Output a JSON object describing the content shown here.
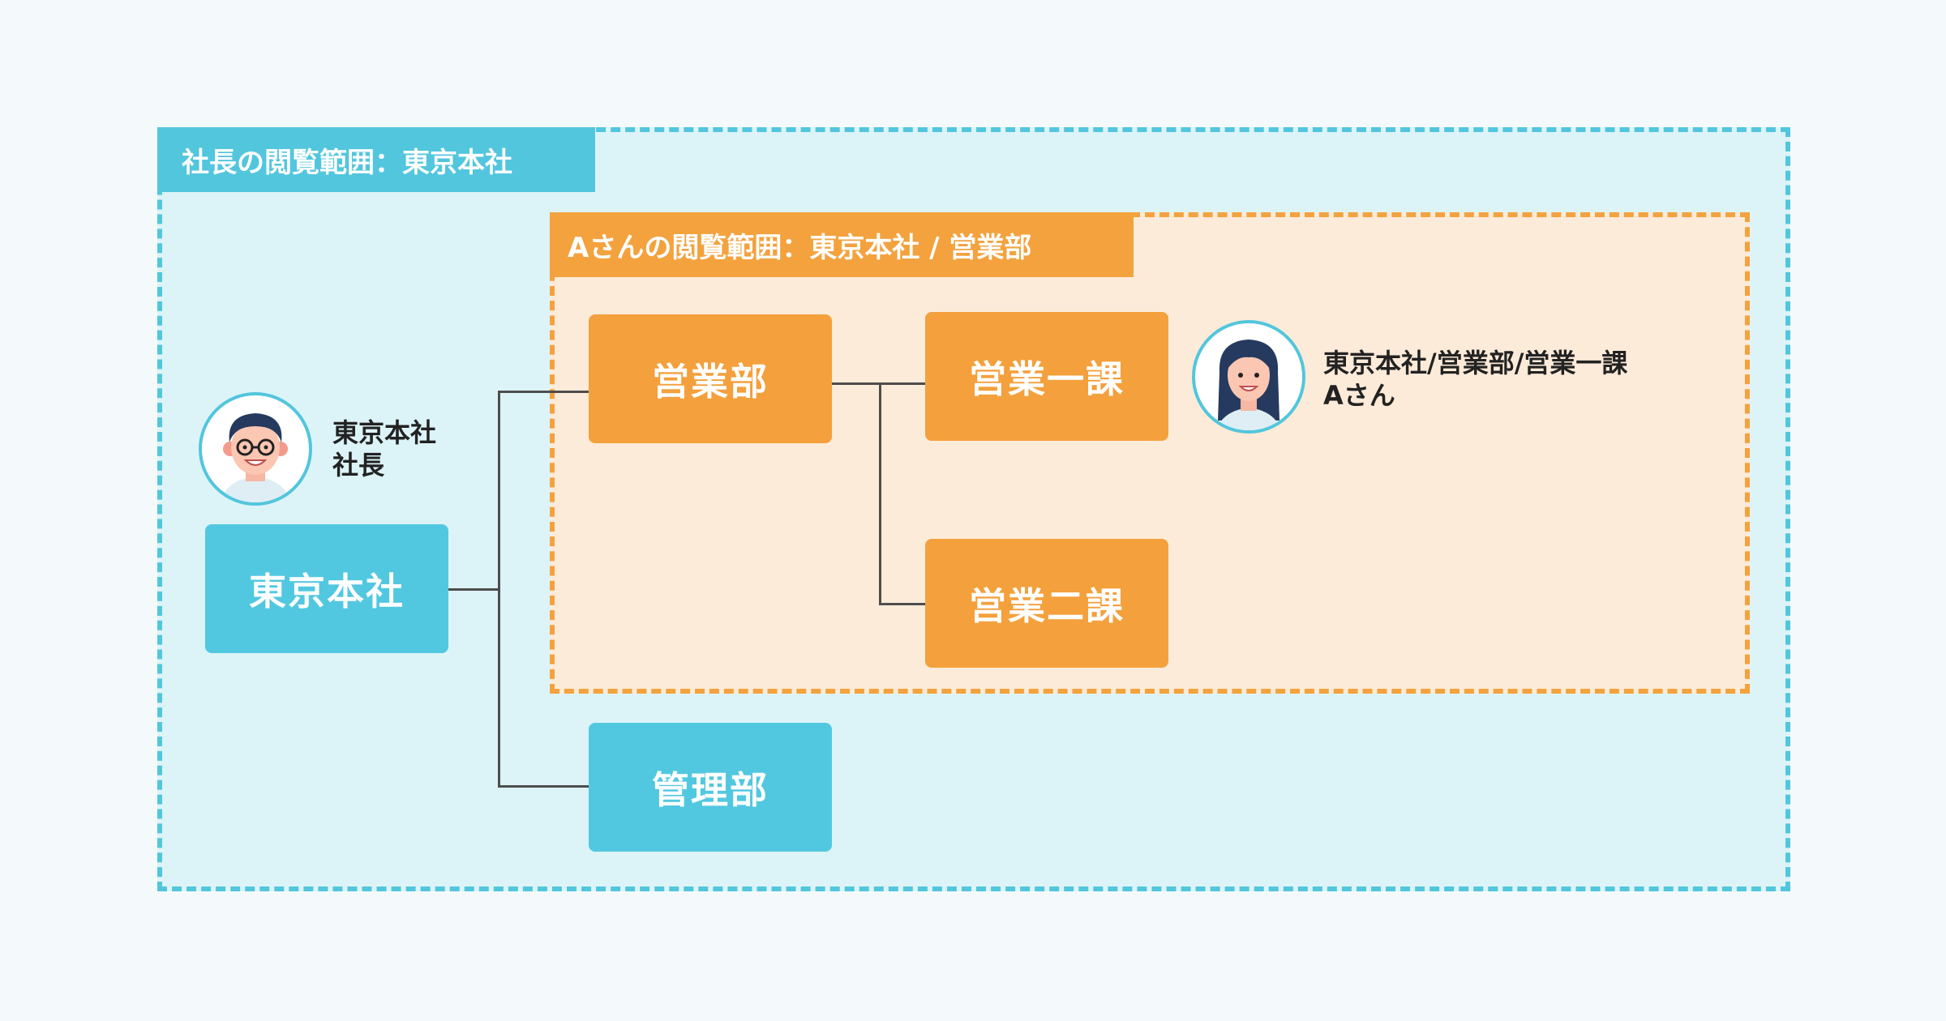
{
  "scopes": {
    "president": {
      "label": "社長の閲覧範囲：東京本社"
    },
    "person_a": {
      "label": "Aさんの閲覧範囲：東京本社 / 営業部"
    }
  },
  "nodes": {
    "tokyo_hq": "東京本社",
    "sales_dept": "営業部",
    "admin_dept": "管理部",
    "sales_section_1": "営業一課",
    "sales_section_2": "営業二課"
  },
  "people": {
    "president": {
      "line1": "東京本社",
      "line2": "社長",
      "avatar_icon": "male-avatar-icon"
    },
    "person_a": {
      "line1": "東京本社/営業部/営業一課",
      "line2": "Aさん",
      "avatar_icon": "female-avatar-icon"
    }
  },
  "colors": {
    "blue_scope": "#52c6dd",
    "orange_scope": "#f3a23e",
    "connector": "#4d4d4d"
  }
}
